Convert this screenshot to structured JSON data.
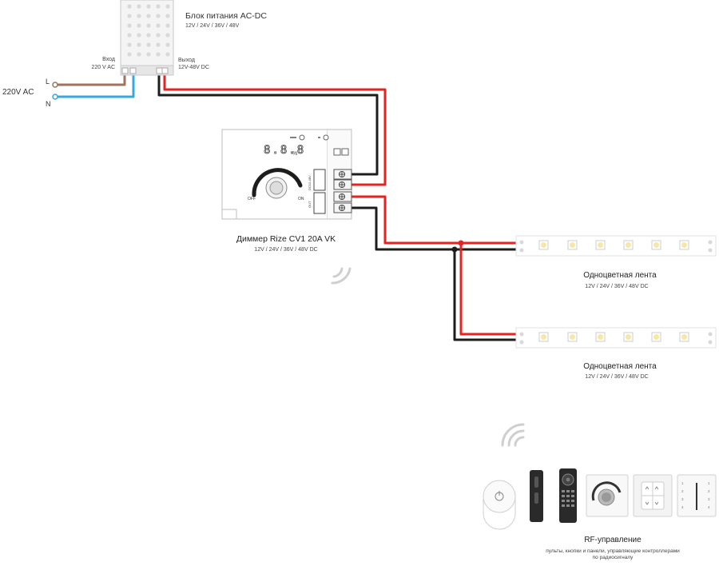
{
  "psu": {
    "title": "Блок питания AC-DC",
    "voltages": "12V / 24V / 36V / 48V",
    "input_label": "Вход",
    "input_value": "220 V AC",
    "output_label": "Выход",
    "output_value": "12V-48V DC"
  },
  "mains": {
    "label": "220V AC",
    "line_label": "L",
    "neutral_label": "N"
  },
  "dimmer": {
    "title": "Диммер Rize CV1 20A VK",
    "voltages": "12V / 24V / 36V / 48V DC",
    "display": "8.8.8",
    "percent": "%",
    "knob_off": "OFF",
    "knob_on": "ON",
    "terminal_in": "DC12-48V",
    "terminal_out": "OUT"
  },
  "strips": [
    {
      "title": "Одноцветная лента",
      "voltages": "12V / 24V / 36V / 48V DC"
    },
    {
      "title": "Одноцветная лента",
      "voltages": "12V / 24V / 36V / 48V DC"
    }
  ],
  "rf": {
    "title": "RF-управление",
    "desc_line1": "пульты, кнопки и панели, управляющие контроллерами",
    "desc_line2": "по радиосигналу"
  },
  "colors": {
    "positive": "#e52421",
    "negative": "#1d1d1b",
    "live": "#a0735a",
    "neutral": "#35a8e0",
    "led": "#f5e7a6"
  }
}
